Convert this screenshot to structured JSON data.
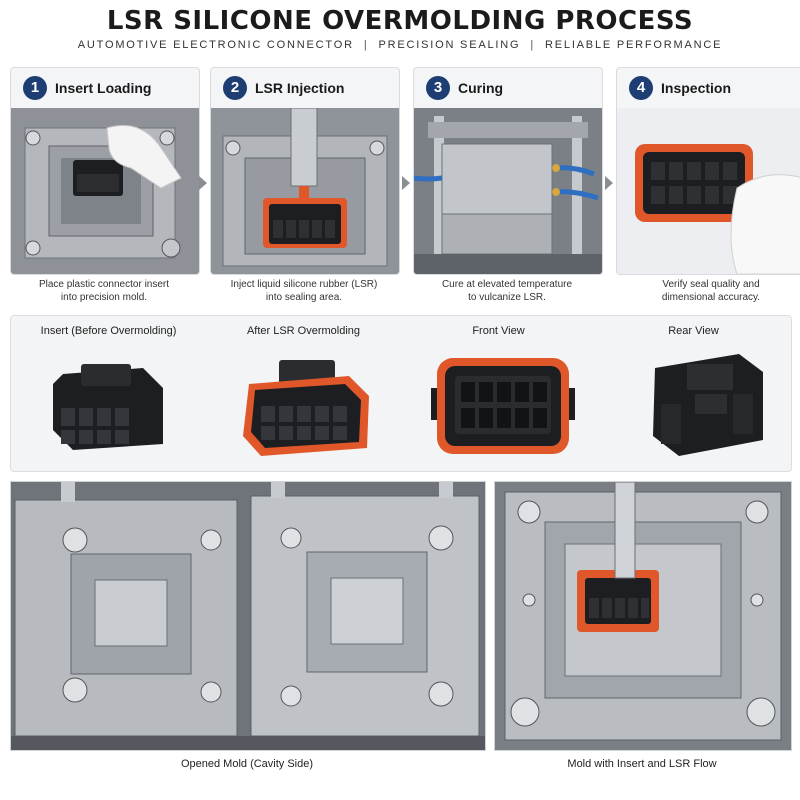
{
  "header": {
    "title": "LSR SILICONE OVERMOLDING PROCESS",
    "subtitle_parts": [
      "AUTOMOTIVE ELECTRONIC CONNECTOR",
      "PRECISION SEALING",
      "RELIABLE PERFORMANCE"
    ],
    "separator": "|"
  },
  "steps": [
    {
      "number": "1",
      "label": "Insert Loading",
      "caption_lines": [
        "Place plastic connector insert",
        "into precision mold."
      ]
    },
    {
      "number": "2",
      "label": "LSR Injection",
      "caption_lines": [
        "Inject liquid silicone rubber (LSR)",
        "into sealing area."
      ]
    },
    {
      "number": "3",
      "label": "Curing",
      "caption_lines": [
        "Cure at elevated temperature",
        "to vulcanize LSR."
      ]
    },
    {
      "number": "4",
      "label": "Inspection",
      "caption_lines": [
        "Verify seal quality and",
        "dimensional accuracy."
      ]
    }
  ],
  "views": [
    {
      "label": "Insert (Before Overmolding)"
    },
    {
      "label": "After LSR Overmolding"
    },
    {
      "label": "Front View"
    },
    {
      "label": "Rear View"
    }
  ],
  "molds": [
    {
      "caption": "Opened Mold (Cavity Side)"
    },
    {
      "caption": "Mold with Insert and LSR Flow"
    }
  ],
  "colors": {
    "badge": "#1e3d73",
    "lsr_orange": "#e0582a",
    "connector_black": "#1d1e21",
    "steel": "#a9adb3"
  }
}
